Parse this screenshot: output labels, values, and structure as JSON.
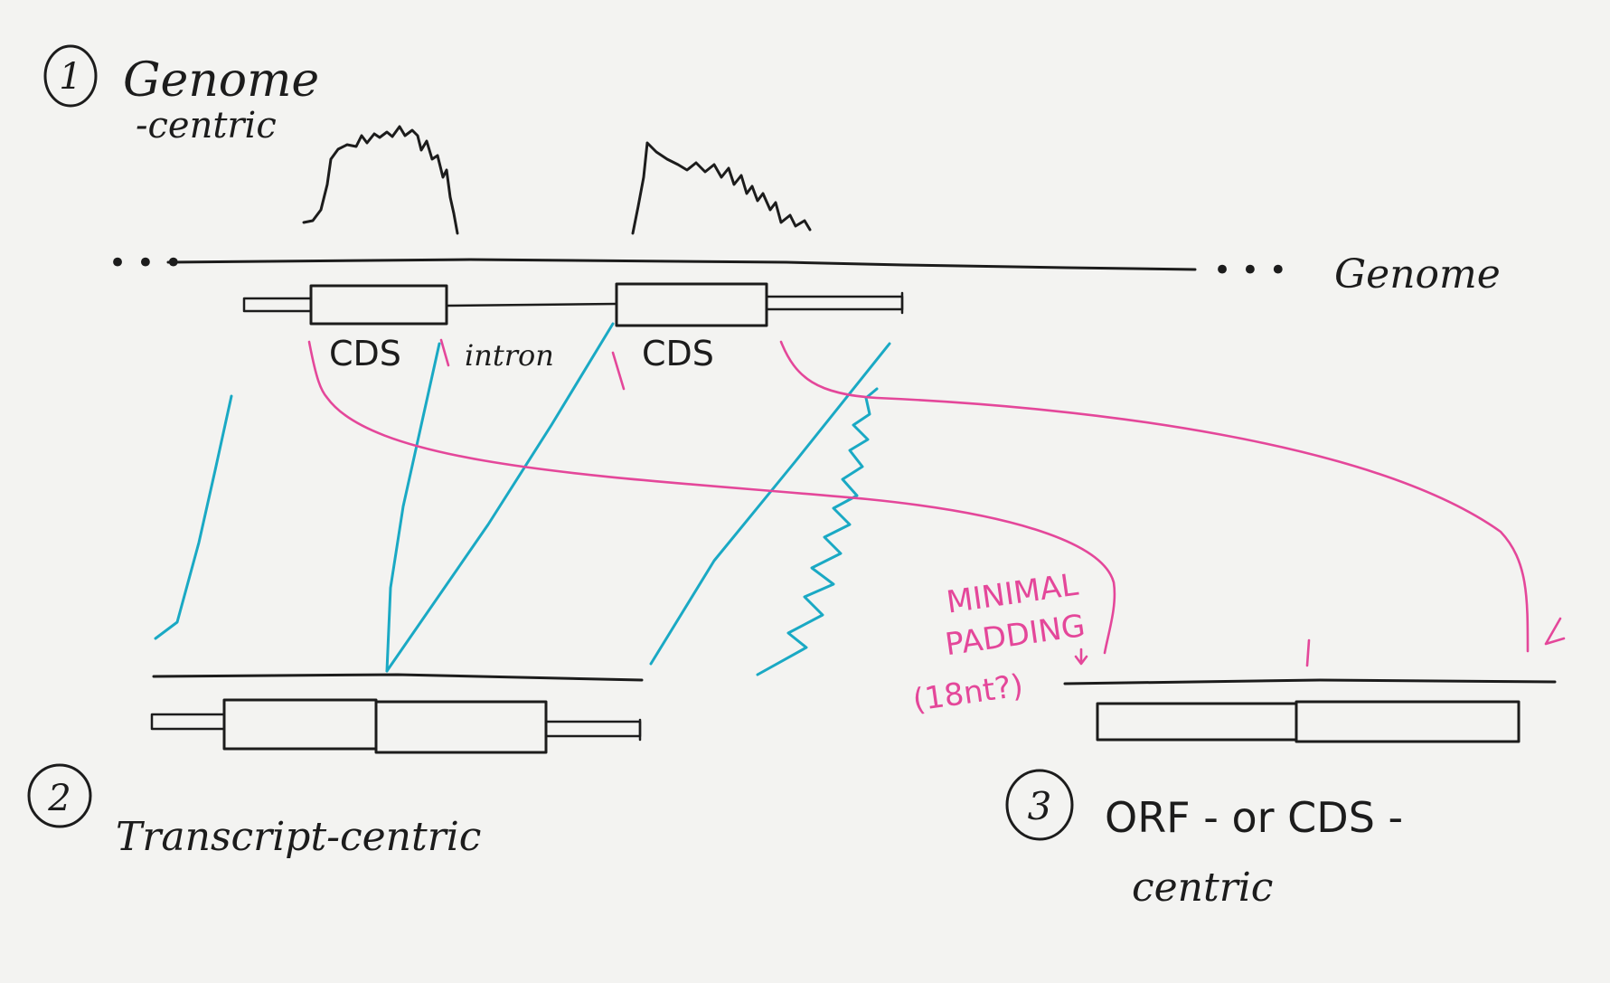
{
  "sections": {
    "genome_centric": {
      "number": "1",
      "title_line1": "Genome",
      "title_line2": "-centric"
    },
    "transcript_centric": {
      "number": "2",
      "title": "Transcript-centric"
    },
    "orf_centric": {
      "number": "3",
      "title_line1": "ORF - or CDS -",
      "title_line2": "centric"
    }
  },
  "genome": {
    "label": "Genome",
    "left_dots": "• • •",
    "right_dots": "• • •",
    "exon_labels": [
      "CDS",
      "CDS"
    ],
    "intron_label": "intron"
  },
  "annotation": {
    "line1": "MINIMAL",
    "line2": "PADDING",
    "line3": "(18nt?)"
  },
  "colors": {
    "ink": "#1c1c1c",
    "pink": "#e4479a",
    "cyan": "#1aa9c4",
    "paper": "#f3f3f1"
  }
}
